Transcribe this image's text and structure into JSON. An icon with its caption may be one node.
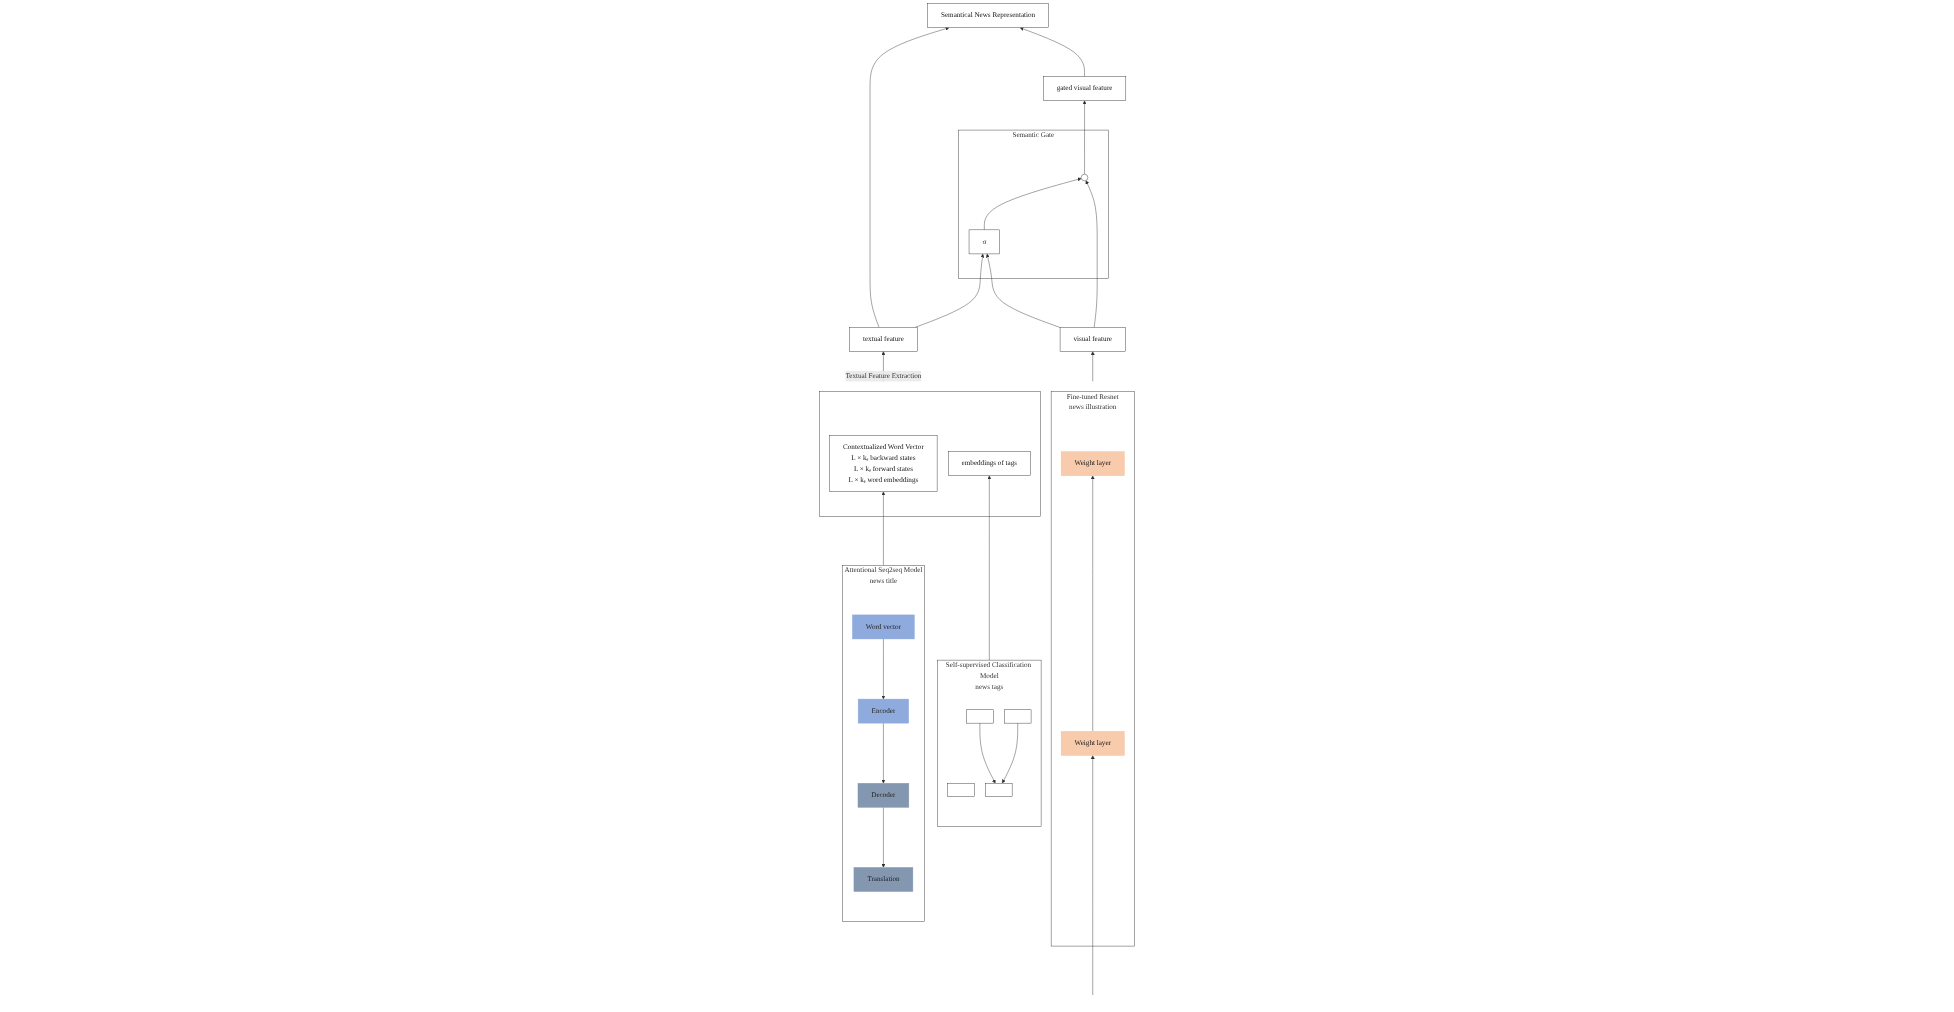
{
  "diagram": {
    "nodes": [
      {
        "text": [
          "Semantical News Representation"
        ]
      },
      {
        "text": [
          "textual feature"
        ]
      },
      {
        "text": [
          "gated visual feature"
        ]
      },
      {
        "text": [],
        "shape": "box"
      },
      {
        "text": [
          "Contextualized Word Vector",
          "L × kₑ backward states",
          "L × kₑ forward states",
          "L × kₑ word embeddings"
        ],
        "in": 3
      },
      {
        "text": [
          "embeddings of tags"
        ],
        "in": 3
      },
      {
        "text": [
          "Semantic Gate"
        ]
      },
      {
        "text": [
          "σ"
        ],
        "in": 6
      },
      {
        "text": [],
        "shape": "circle",
        "in": 6
      },
      {
        "text": [
          "visual feature"
        ]
      },
      {
        "text": [
          "Attentional Seq2seq Model",
          "news title"
        ]
      },
      {
        "text": [
          "Translation"
        ],
        "in": 10
      },
      {
        "text": [
          "Encoder"
        ],
        "in": 10
      },
      {
        "text": [
          "Decoder"
        ],
        "in": 10
      },
      {
        "text": [
          "Word vector"
        ],
        "in": 10
      },
      {
        "text": [
          "Self-supervised Classification Model",
          "news tags"
        ]
      },
      {
        "text": [],
        "shape": "box",
        "in": 15
      },
      {
        "text": [],
        "shape": "box",
        "in": 15
      },
      {
        "text": [],
        "shape": "box",
        "in": 15
      },
      {
        "text": [],
        "shape": "box",
        "in": 15
      },
      {
        "text": [
          "Fine-tuned Resnet",
          "news illustration"
        ]
      },
      {
        "text": [
          "Weight layer"
        ],
        "in": 20
      },
      {
        "text": [
          "Weight layer"
        ],
        "in": 20
      }
    ],
    "edges": [
      {
        "from": 1,
        "to": 0,
        "arrow": "to"
      },
      {
        "from": 2,
        "to": 0,
        "arrow": "to"
      },
      {
        "from": 3,
        "to": 1,
        "arrow": "to",
        "label": "Textual Feature Extraction"
      },
      {
        "from": 1,
        "to": 7,
        "arrow": "to"
      },
      {
        "from": 9,
        "to": 7,
        "arrow": "to"
      },
      {
        "from": 7,
        "to": 8,
        "arrow": "to"
      },
      {
        "from": 9,
        "to": 8,
        "arrow": "to"
      },
      {
        "from": 8,
        "to": 2,
        "arrow": "to"
      },
      {
        "from": 10,
        "to": 4,
        "arrow": "to"
      },
      {
        "from": 15,
        "to": 5,
        "arrow": "to"
      },
      {
        "from": 20,
        "to": 9,
        "arrow": "to"
      },
      {
        "from": 14,
        "to": 12,
        "arrow": "to"
      },
      {
        "from": 12,
        "to": 13,
        "arrow": "to"
      },
      {
        "from": 13,
        "to": 11,
        "arrow": "to"
      },
      {
        "from": 18,
        "to": 17,
        "arrow": "to"
      },
      {
        "from": 19,
        "to": 17,
        "arrow": "to"
      },
      {
        "from": 22,
        "to": 21,
        "arrow": "to"
      },
      {
        "from": null,
        "to": 22,
        "arrow": "to"
      }
    ]
  }
}
